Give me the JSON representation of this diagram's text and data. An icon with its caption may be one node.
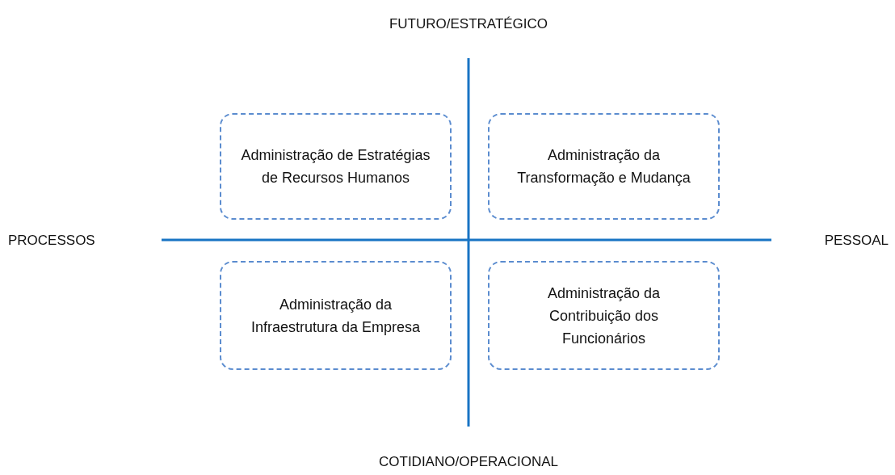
{
  "diagram": {
    "nodes": [
      {
        "text": [
          "Administração de Estratégias de Recursos Humanos"
        ]
      },
      {
        "text": [
          "Administração da Transformação e Mudança"
        ]
      },
      {
        "text": [
          "Administração da Infraestrutura da Empresa"
        ]
      },
      {
        "text": [
          "Administração da Contribuição dos Funcionários"
        ]
      }
    ],
    "labels": [
      "FUTURO/ESTRATÉGICO",
      "PROCESSOS",
      "PESSOAL",
      "COTIDIANO/OPERACIONAL"
    ]
  }
}
